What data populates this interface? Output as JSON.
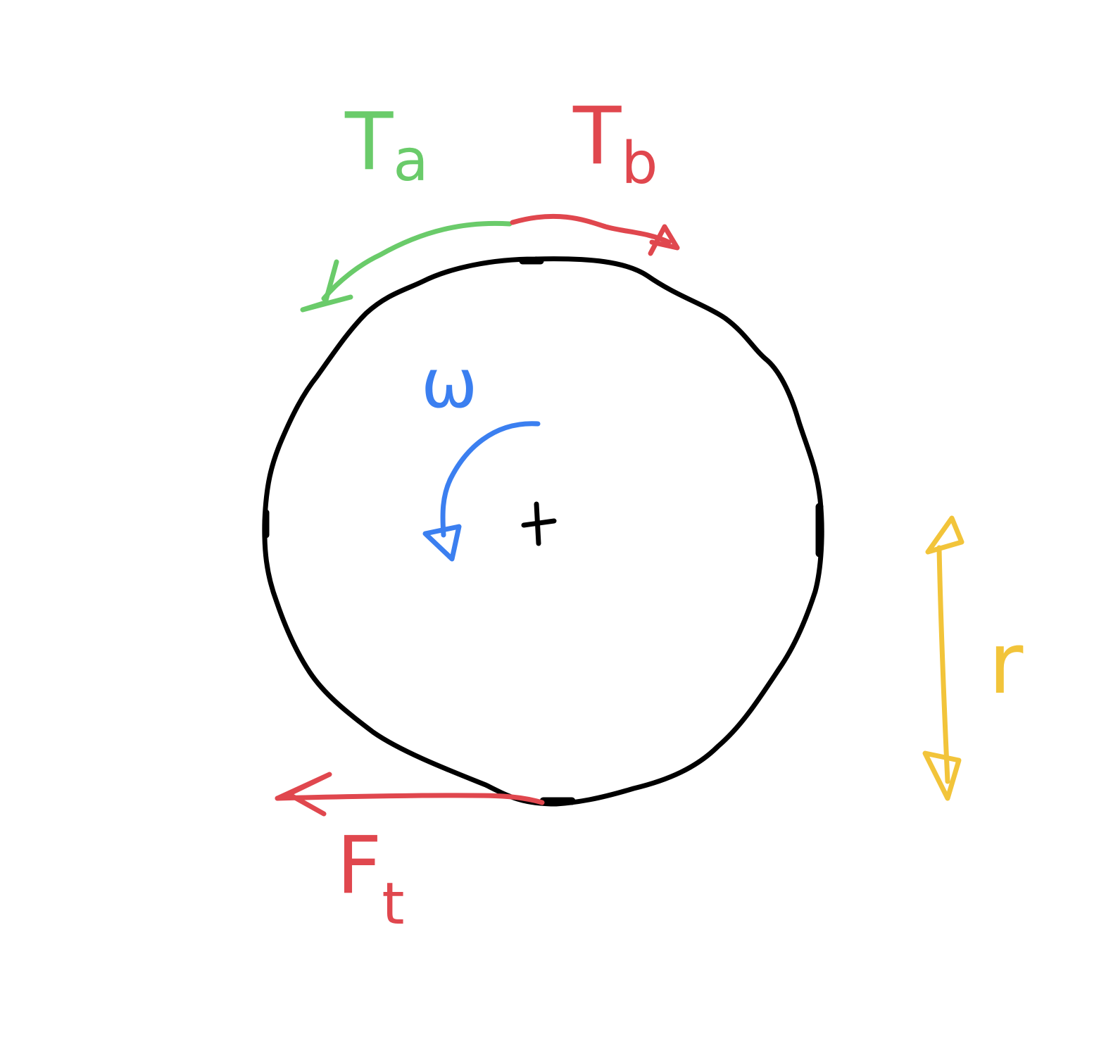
{
  "diagram": {
    "labels": {
      "tension_a": {
        "main": "T",
        "sub": "a"
      },
      "tension_b": {
        "main": "T",
        "sub": "b"
      },
      "angular_velocity": "ω",
      "tangential_force": {
        "main": "F",
        "sub": "t"
      },
      "radius": "r"
    },
    "colors": {
      "wheel": "#000000",
      "tension_a": "#6acb6a",
      "tension_b": "#e0474e",
      "angular_velocity": "#3b7ff0",
      "tangential_force": "#e0474e",
      "radius": "#f2c43a"
    }
  }
}
